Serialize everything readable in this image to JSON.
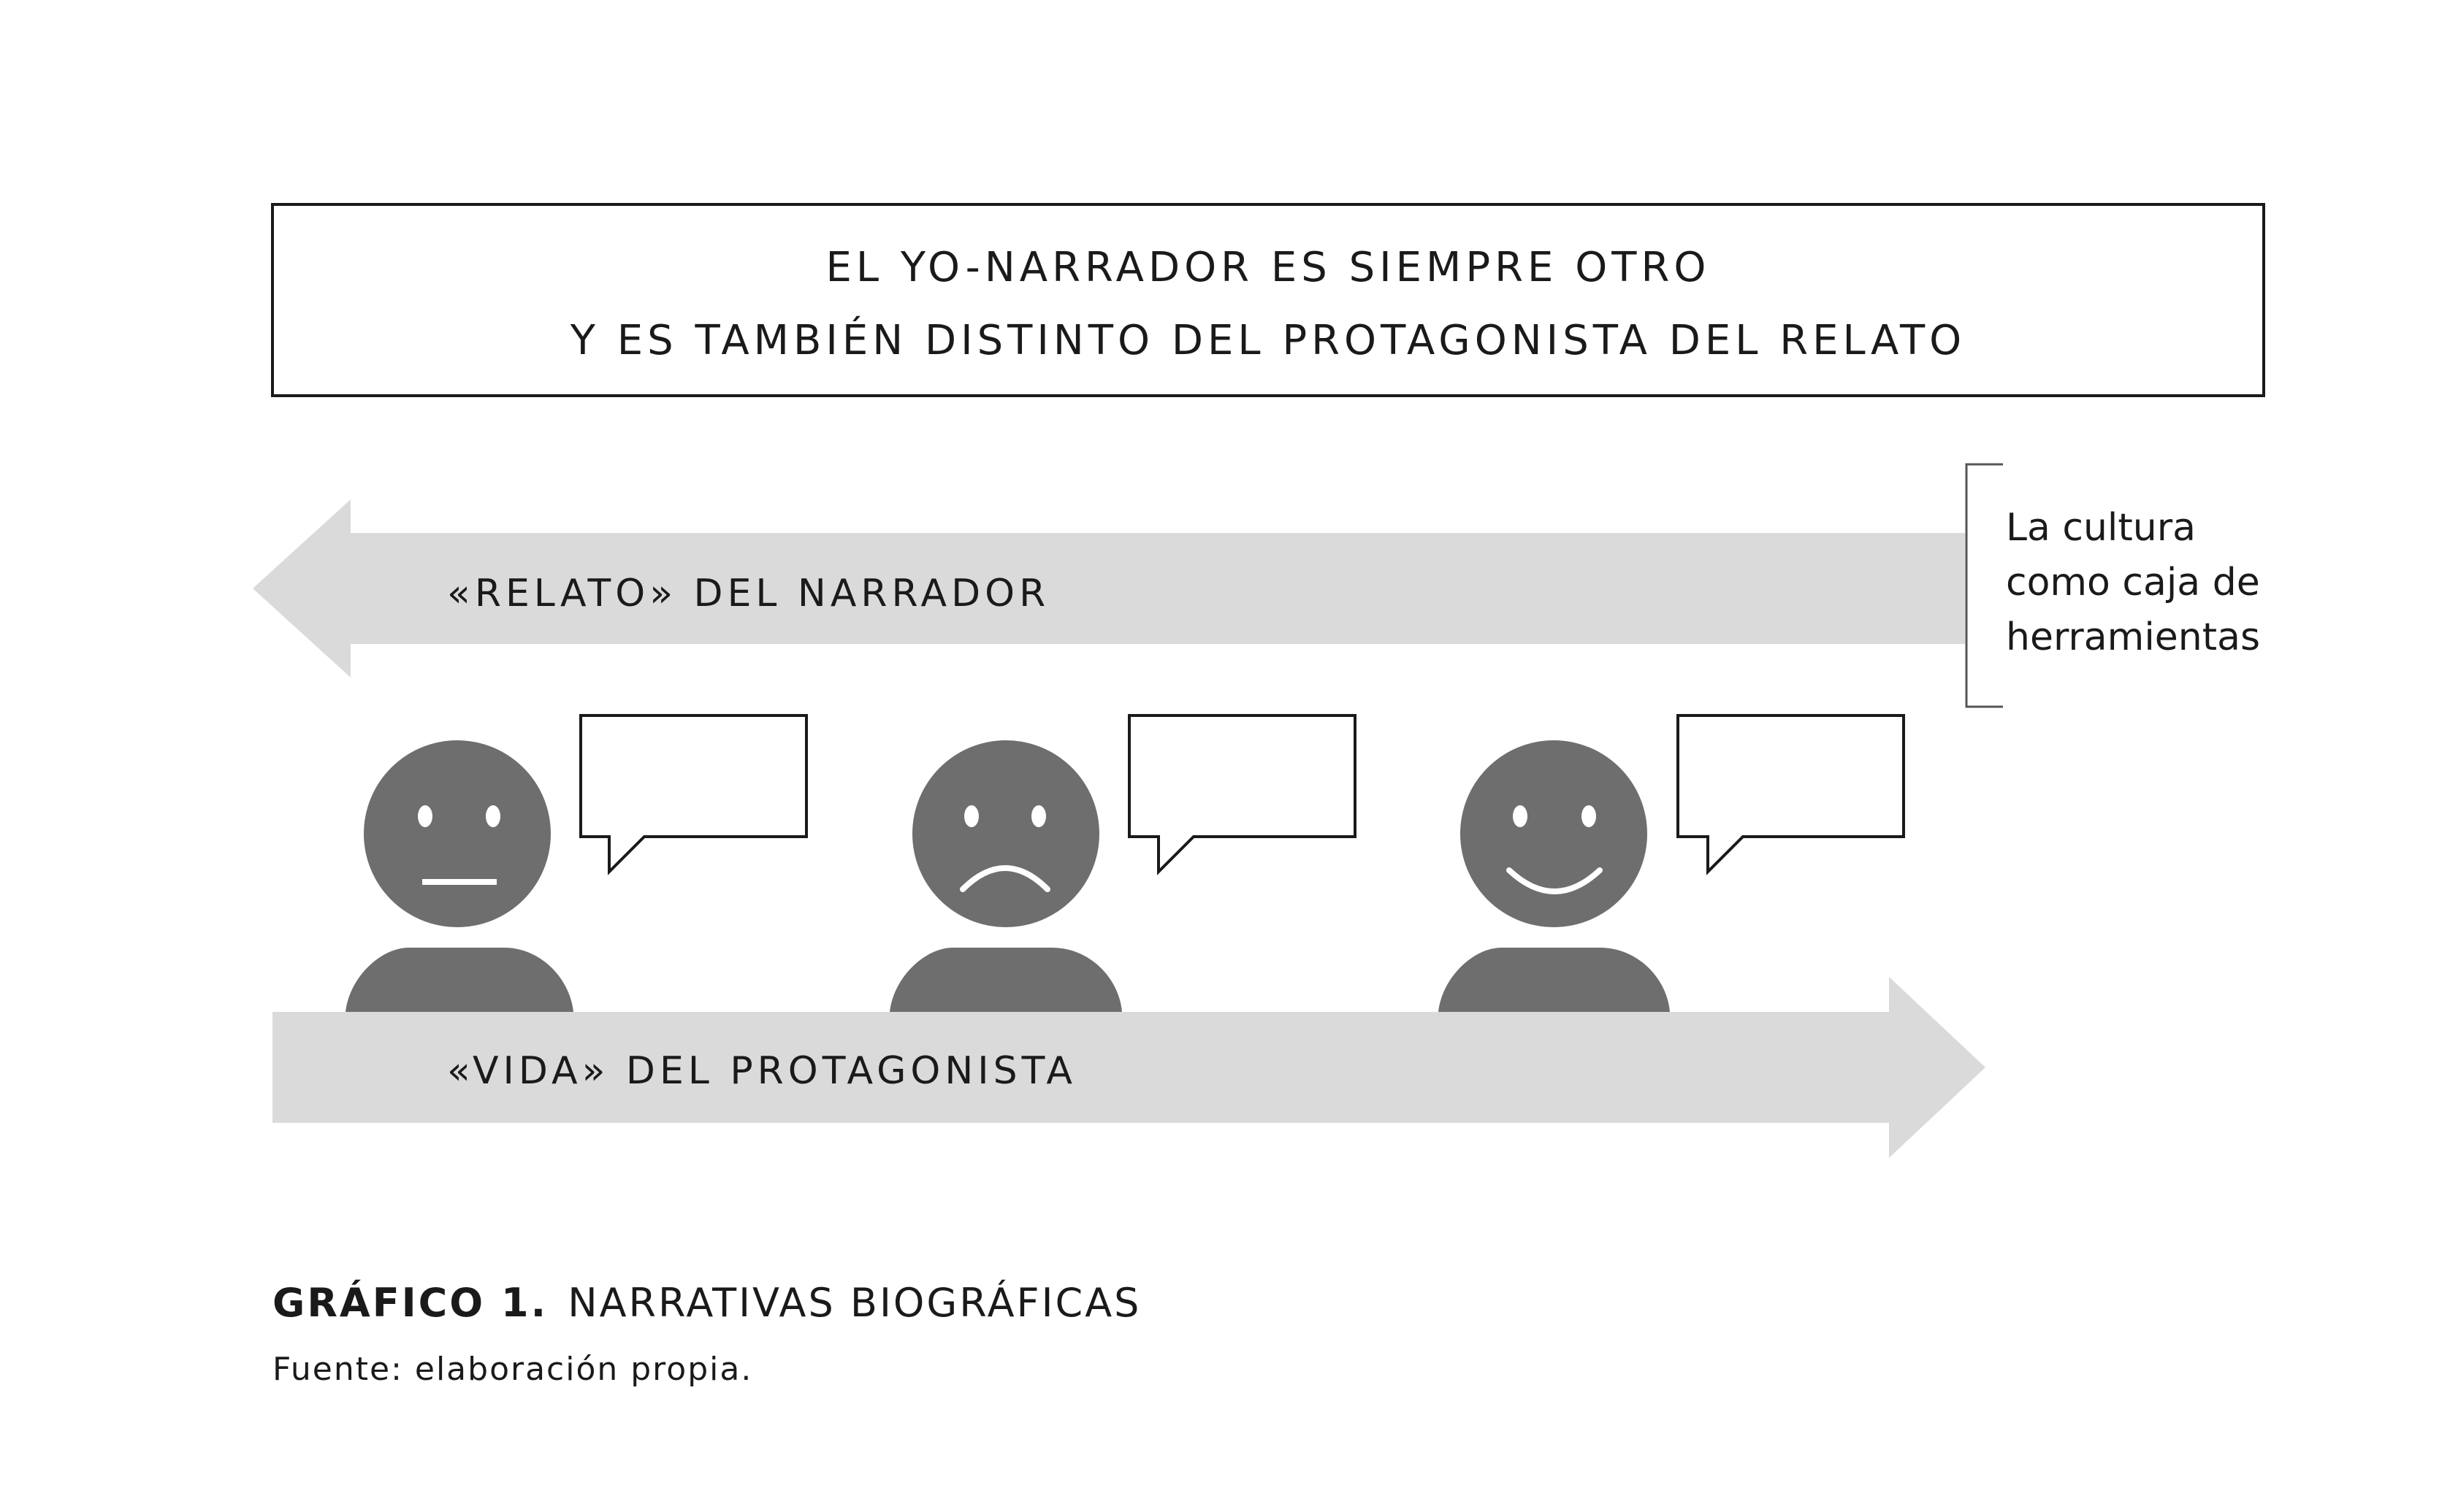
{
  "header_box": {
    "line1": "EL YO-NARRADOR ES SIEMPRE OTRO",
    "line2": "Y ES TAMBIÉN DISTINTO DEL PROTAGONISTA DEL RELATO"
  },
  "top_arrow": {
    "label": "«RELATO» DEL NARRADOR",
    "direction": "left"
  },
  "side_note": {
    "lines": [
      "La cultura",
      "como caja de",
      "herramientas"
    ]
  },
  "bottom_arrow": {
    "label": "«VIDA» DEL PROTAGONISTA",
    "direction": "right"
  },
  "figures": [
    {
      "expression": "neutral",
      "has_speech_bubble": true
    },
    {
      "expression": "sad",
      "has_speech_bubble": true
    },
    {
      "expression": "happy",
      "has_speech_bubble": true
    }
  ],
  "caption": {
    "number": "GRÁFICO 1.",
    "title": "NARRATIVAS BIOGRÁFICAS",
    "source": "Fuente: elaboración propia."
  },
  "colors": {
    "arrow_fill": "#dadada",
    "figure_fill": "#6e6e6e",
    "line": "#1a1a1a",
    "bracket": "#555555"
  }
}
